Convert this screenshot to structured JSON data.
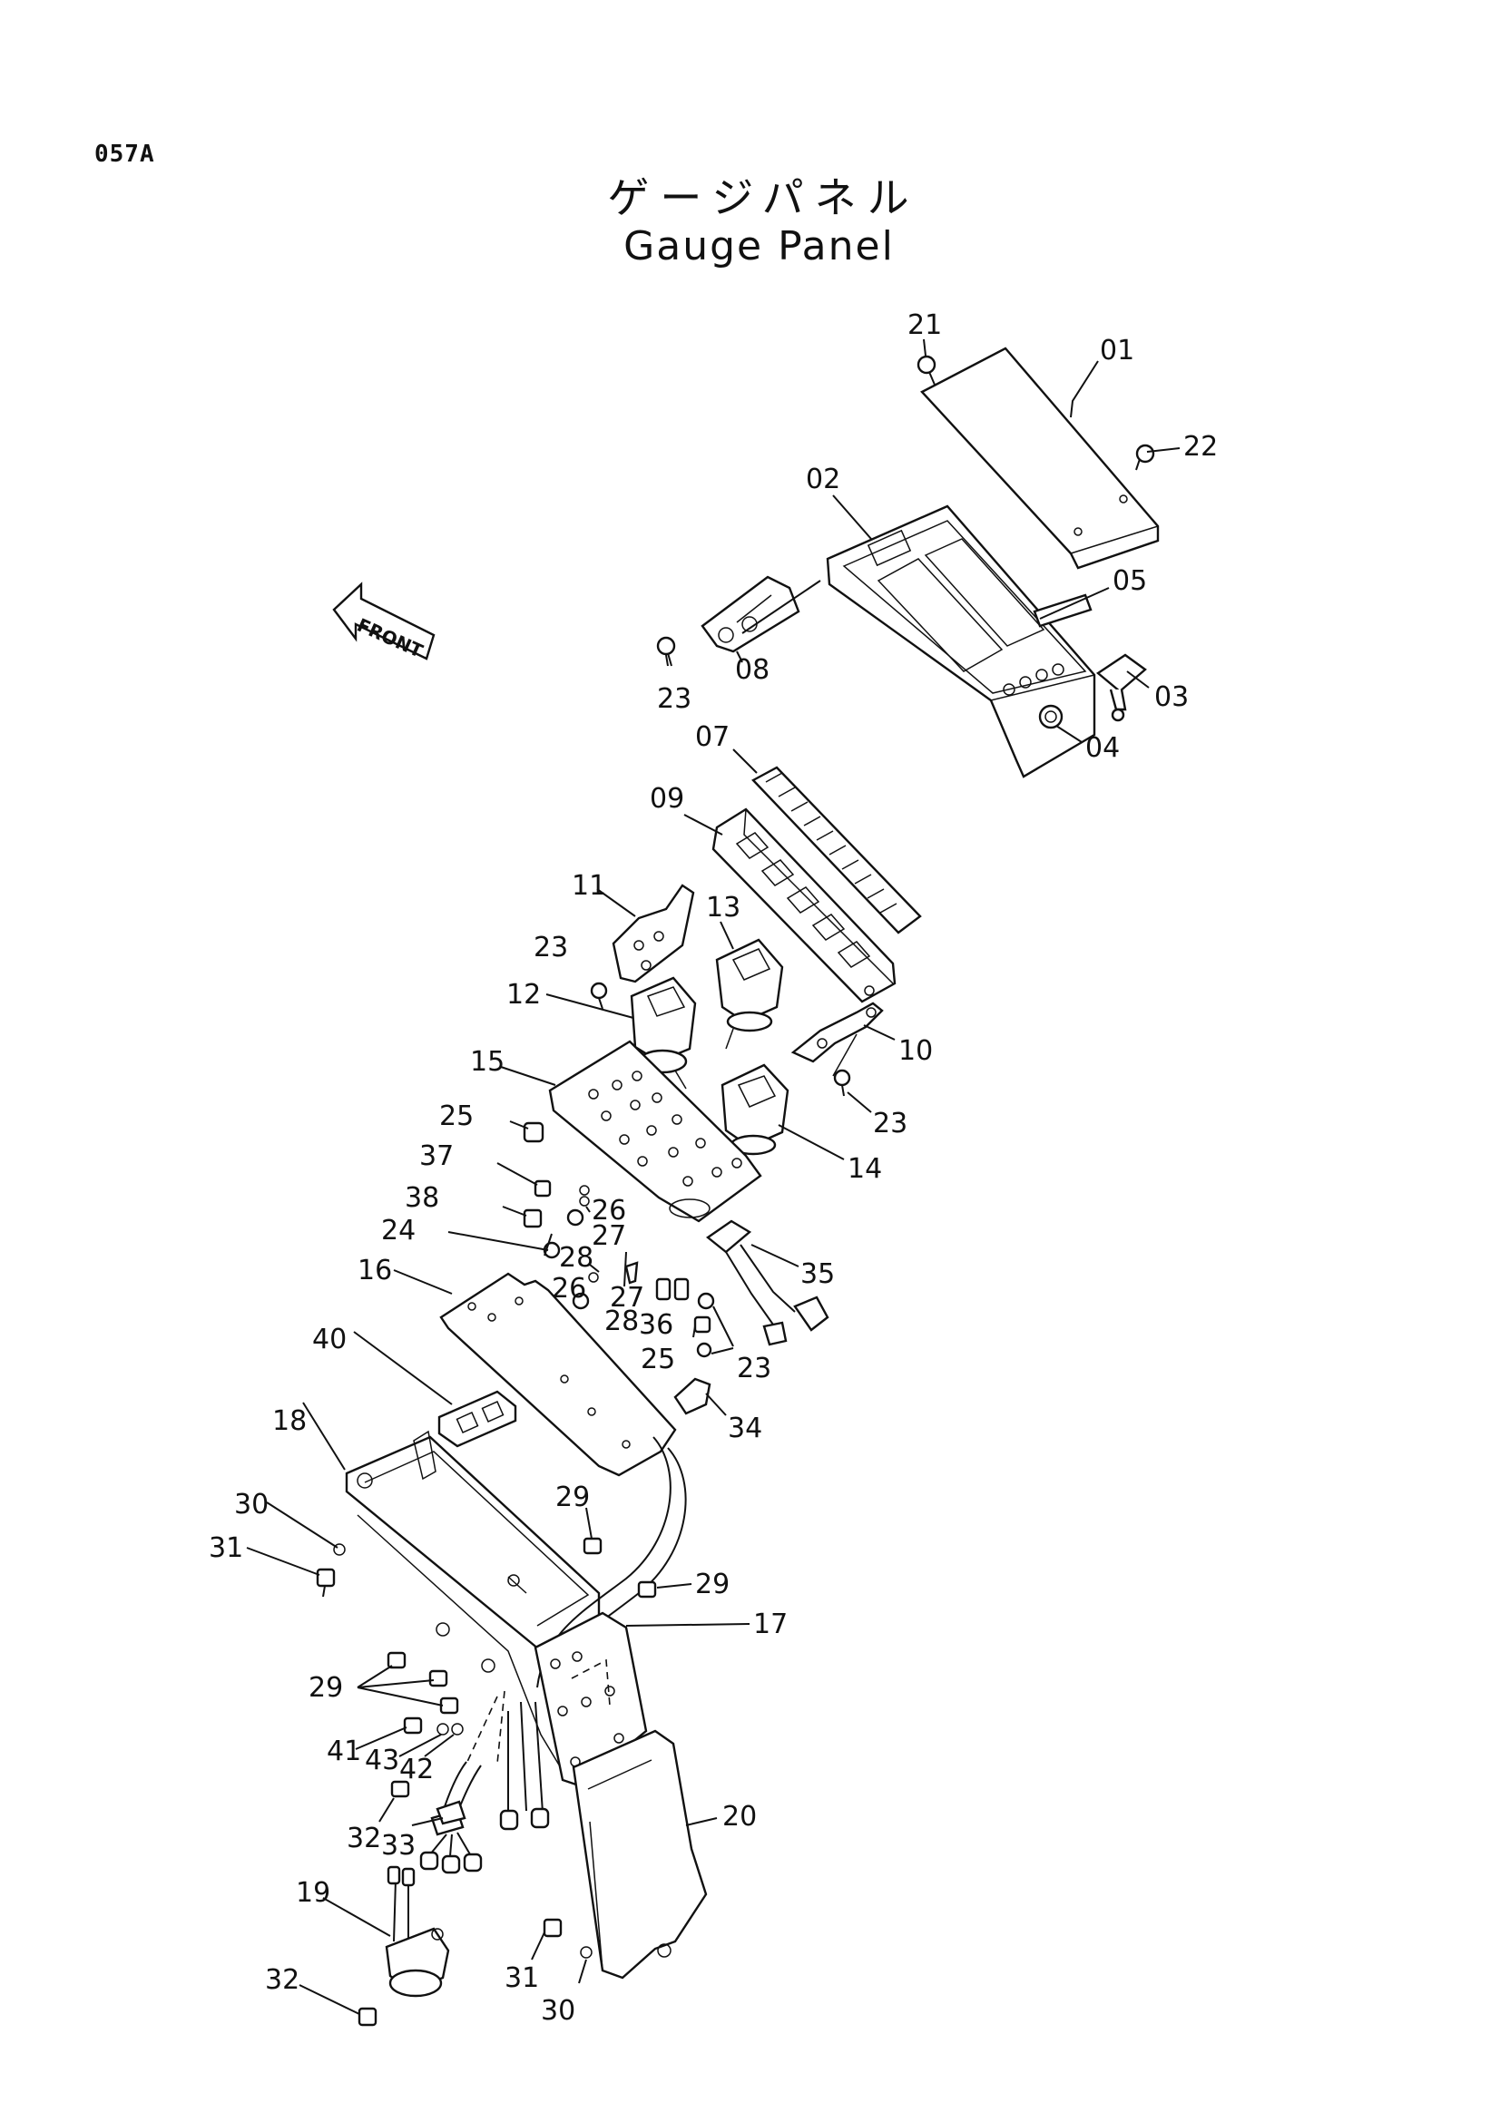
{
  "page_code": "057A",
  "title_jp": "ゲージパネル",
  "title_en": "Gauge Panel",
  "front_arrow_label": "FRONT",
  "callouts": {
    "c01": "01",
    "c02": "02",
    "c03": "03",
    "c04": "04",
    "c05": "05",
    "c07": "07",
    "c08": "08",
    "c09": "09",
    "c10": "10",
    "c11": "11",
    "c12": "12",
    "c13": "13",
    "c14": "14",
    "c15": "15",
    "c16": "16",
    "c17": "17",
    "c18": "18",
    "c19": "19",
    "c20": "20",
    "c21": "21",
    "c22": "22",
    "c23a": "23",
    "c23b": "23",
    "c23c": "23",
    "c23d": "23",
    "c24": "24",
    "c25a": "25",
    "c25b": "25",
    "c26a": "26",
    "c26b": "26",
    "c27a": "27",
    "c27b": "27",
    "c28a": "28",
    "c28b": "28",
    "c29a": "29",
    "c29b": "29",
    "c29c": "29",
    "c30a": "30",
    "c30b": "30",
    "c31a": "31",
    "c31b": "31",
    "c32a": "32",
    "c32b": "32",
    "c33": "33",
    "c34": "34",
    "c35": "35",
    "c36": "36",
    "c37": "37",
    "c38": "38",
    "c40": "40",
    "c41": "41",
    "c42": "42",
    "c43": "43"
  }
}
